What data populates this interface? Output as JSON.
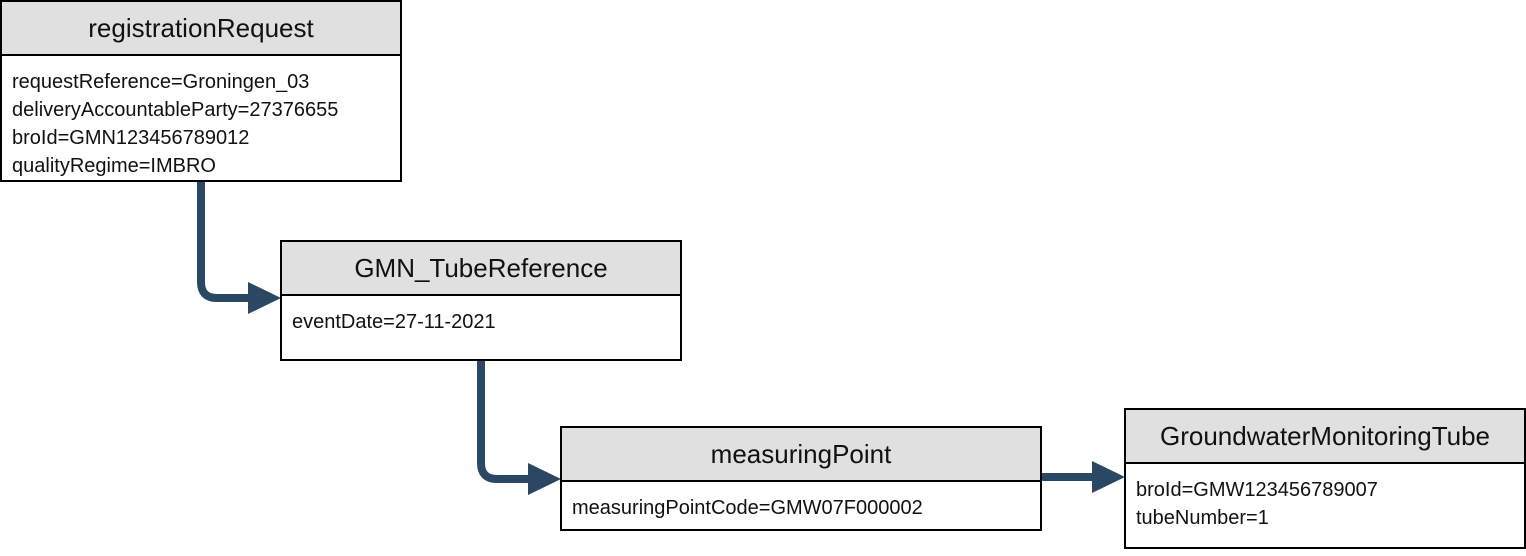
{
  "nodes": {
    "registration_request": {
      "title": "registrationRequest",
      "attributes": [
        "requestReference=Groningen_03",
        "deliveryAccountableParty=27376655",
        "broId=GMN123456789012",
        "qualityRegime=IMBRO"
      ]
    },
    "tube_reference": {
      "title": "GMN_TubeReference",
      "attributes": [
        "eventDate=27-11-2021"
      ]
    },
    "measuring_point": {
      "title": "measuringPoint",
      "attributes": [
        "measuringPointCode=GMW07F000002"
      ]
    },
    "monitoring_tube": {
      "title": "GroundwaterMonitoringTube",
      "attributes": [
        "broId=GMW123456789007",
        "tubeNumber=1"
      ]
    }
  },
  "colors": {
    "connector": "#2a4763",
    "header_fill": "#e0e0e0",
    "border": "#000000"
  }
}
